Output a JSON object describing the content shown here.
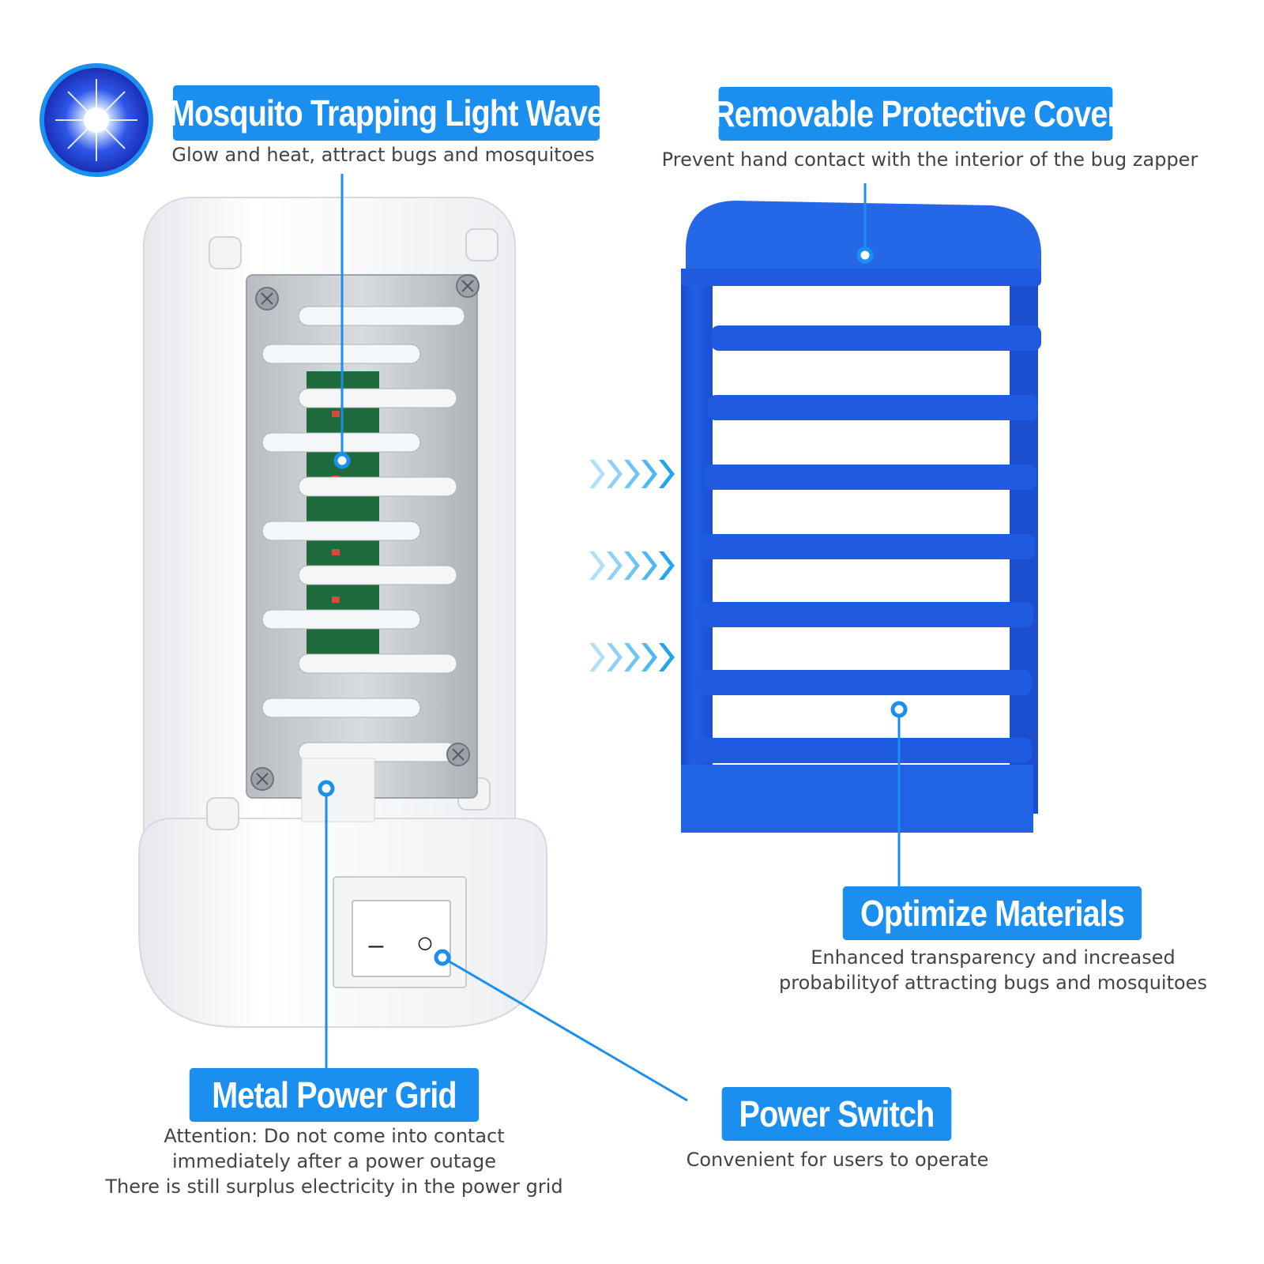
{
  "accent_color": "#1a8ff0",
  "cover_color": "#1c53d8",
  "features": {
    "light_wave": {
      "title": "Mosquito Trapping Light Wave",
      "desc": "Glow and heat, attract bugs and mosquitoes",
      "icon": "light-burst-icon"
    },
    "cover": {
      "title": "Removable Protective Cover",
      "desc": "Prevent hand contact with the interior of the bug zapper"
    },
    "materials": {
      "title": "Optimize Materials",
      "desc_line1": "Enhanced transparency and increased",
      "desc_line2": "probabilityof attracting bugs and mosquitoes"
    },
    "grid": {
      "title": "Metal Power Grid",
      "desc_line1": "Attention: Do not come into contact",
      "desc_line2": "immediately after a power outage",
      "desc_line3": "There is still surplus electricity in the power grid"
    },
    "switch": {
      "title": "Power Switch",
      "desc": "Convenient for users to operate"
    }
  },
  "product": {
    "switch_off_symbol": "–",
    "switch_on_symbol": "○",
    "arrow_icon": "chevron-arrows-icon"
  }
}
